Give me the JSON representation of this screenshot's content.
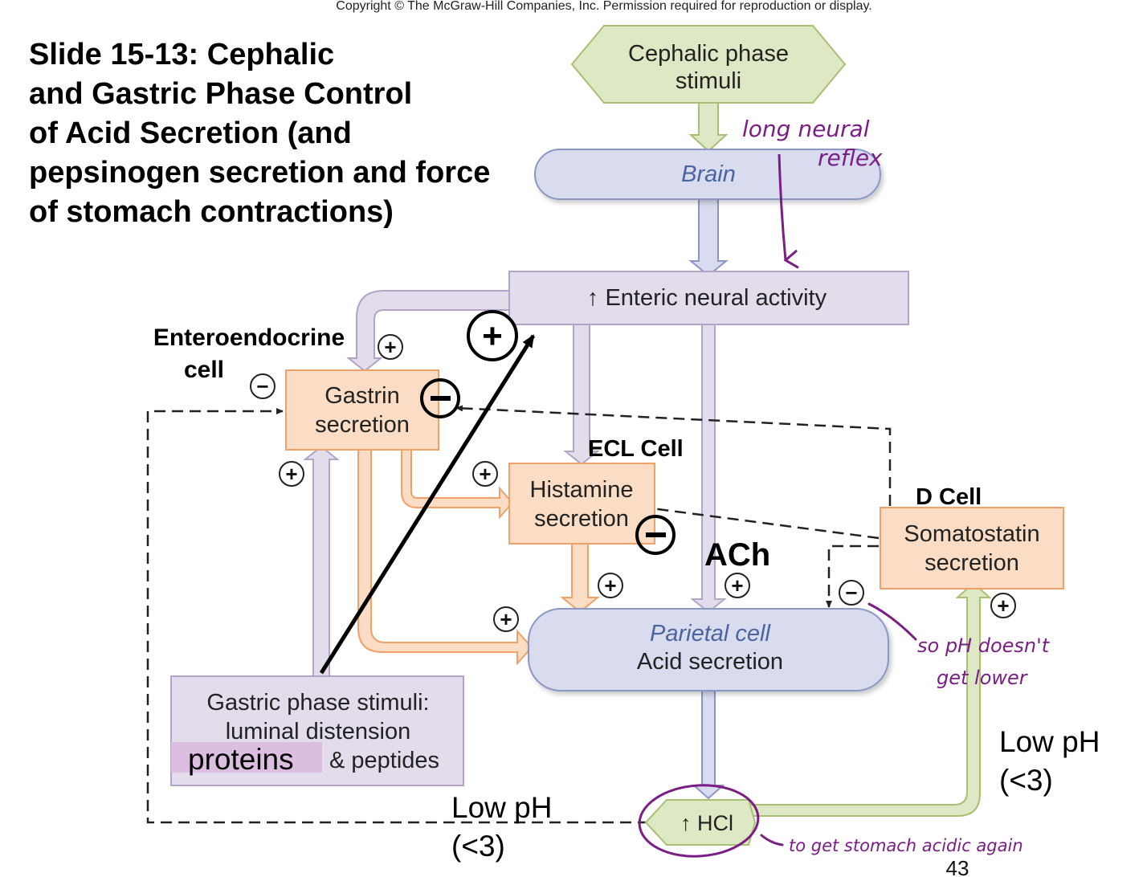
{
  "copyright": "Copyright © The McGraw-Hill Companies, Inc. Permission required for reproduction or display.",
  "slide_title": [
    "Slide 15-13: Cephalic",
    "and Gastric Phase Control",
    "of Acid Secretion (and",
    "pepsinogen secretion and force",
    "of stomach contractions)"
  ],
  "nodes": {
    "cephalic": [
      "Cephalic phase",
      "stimuli"
    ],
    "brain": "Brain",
    "enteric": "↑ Enteric neural activity",
    "gastrin": [
      "Gastrin",
      "secretion"
    ],
    "histamine": [
      "Histamine",
      "secretion"
    ],
    "somatostatin": [
      "Somatostatin",
      "secretion"
    ],
    "parietal_title": "Parietal cell",
    "parietal_sub": "Acid secretion",
    "gastric_stimuli": [
      "Gastric phase stimuli:",
      "luminal distension"
    ],
    "proteins": "proteins",
    "peptides": "& peptides",
    "hcl": "↑ HCl"
  },
  "labels": {
    "enteroendocrine": [
      "Enteroendocrine",
      "cell"
    ],
    "ecl_cell": "ECL Cell",
    "d_cell": "D Cell",
    "ach": "ACh",
    "low_ph_left": [
      "Low pH",
      "(<3)"
    ],
    "low_ph_right": [
      "Low pH",
      "(<3)"
    ]
  },
  "signs": {
    "plus": "+",
    "minus": "−"
  },
  "annotations": {
    "long_neural_reflex": [
      "long neural",
      "reflex"
    ],
    "ph_note": [
      "so pH doesn't",
      "get lower"
    ],
    "acidic_note": "to get stomach acidic again"
  },
  "page_number": "43",
  "colors": {
    "green_fill": "#dfe8c4",
    "green_stroke": "#a9bf72",
    "blue_fill": "#d8dcee",
    "blue_stroke": "#8a97c4",
    "lilac_fill": "#e3dcea",
    "lilac_stroke": "#b3a3c9",
    "orange_fill": "#fbdcc4",
    "orange_stroke": "#eea26a",
    "highlight": "#dcbfe0",
    "ink": "#7a1e86"
  }
}
